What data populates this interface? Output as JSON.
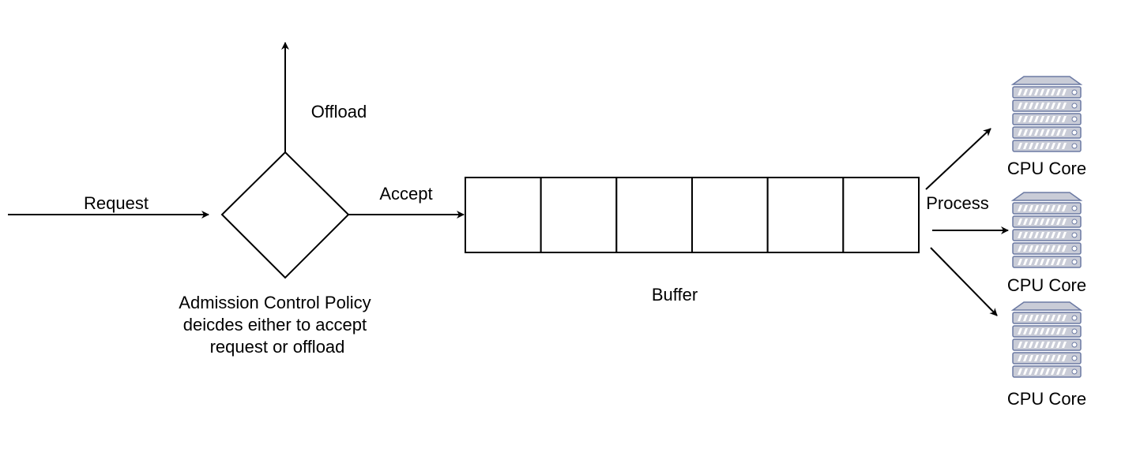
{
  "labels": {
    "request": "Request",
    "offload": "Offload",
    "accept": "Accept",
    "process": "Process",
    "buffer": "Buffer",
    "policy_lines": [
      "Admission Control Policy",
      "deicdes either to accept",
      "request or offload"
    ]
  },
  "buffer": {
    "slot_count": 6
  },
  "cpu_cores": [
    {
      "label": "CPU Core"
    },
    {
      "label": "CPU Core"
    },
    {
      "label": "CPU Core"
    }
  ],
  "colors": {
    "line": "#000000",
    "server_fill": "#c9ccd7",
    "server_stroke": "#6c7aa3",
    "server_slot": "#ffffff"
  },
  "icons": {
    "cpu_core": "server-rack-icon"
  }
}
